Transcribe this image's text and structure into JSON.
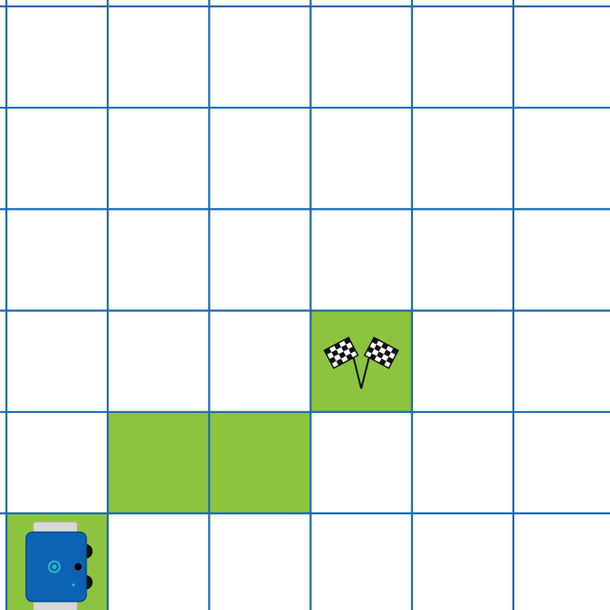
{
  "board": {
    "rows": 6,
    "cols": 6,
    "colors": {
      "grid_line": "#1a6bb0",
      "cell_empty": "#ffffff",
      "cell_path": "#8dc43f",
      "robot_body": "#0d63b3",
      "robot_tread": "#d7d7d7",
      "robot_wheel": "#111111",
      "robot_sensor": "#29b6c8"
    },
    "path_cells": [
      {
        "row": 3,
        "col": 3
      },
      {
        "row": 4,
        "col": 1
      },
      {
        "row": 4,
        "col": 2
      },
      {
        "row": 5,
        "col": 0
      }
    ],
    "goal": {
      "row": 3,
      "col": 3,
      "icon": "checkered-flags-icon"
    },
    "robot": {
      "row": 5,
      "col": 0,
      "facing": "right",
      "icon": "robot-icon"
    }
  }
}
